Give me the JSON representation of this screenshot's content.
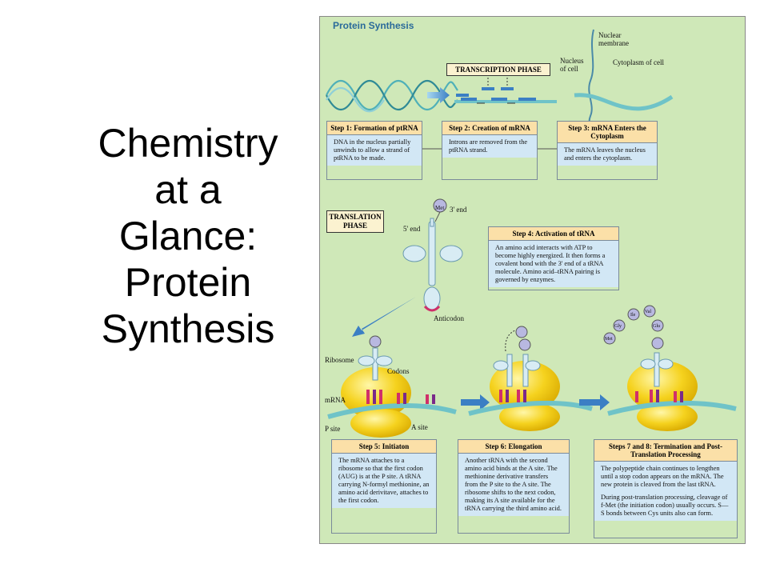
{
  "slide": {
    "title_lines": [
      "Chemistry",
      "at a",
      "Glance:",
      "Protein",
      "Synthesis"
    ]
  },
  "figure": {
    "title": "Protein Synthesis",
    "labels": {
      "nuclear_membrane": "Nuclear membrane",
      "nucleus_of_cell": "Nucleus of cell",
      "cytoplasm_of_cell": "Cytoplasm of cell",
      "met": "Met",
      "three_prime_end": "3' end",
      "five_prime_end": "5' end",
      "anticodon": "Anticodon",
      "ribosome": "Ribosome",
      "codons": "Codons",
      "mrna": "mRNA",
      "p_site": "P site",
      "a_site": "A site"
    },
    "phases": {
      "transcription": "TRANSCRIPTION PHASE",
      "translation": "TRANSLATION PHASE"
    },
    "amino_acids": [
      "Met",
      "Gly",
      "Ile",
      "Val",
      "Glu"
    ],
    "steps": [
      {
        "title": "Step 1: Formation of ptRNA",
        "body": [
          "DNA in the nucleus partially unwinds to allow a strand of ptRNA to be made."
        ]
      },
      {
        "title": "Step 2: Creation of mRNA",
        "body": [
          "Introns are removed from the ptRNA strand."
        ]
      },
      {
        "title": "Step 3: mRNA Enters the Cytoplasm",
        "body": [
          "The mRNA leaves the nucleus and enters the cytoplasm."
        ]
      },
      {
        "title": "Step 4: Activation of tRNA",
        "body": [
          "An amino acid interacts with ATP to become highly energized. It then forms a covalent bond with the 3' end of a tRNA molecule. Amino acid–tRNA pairing is governed by enzymes."
        ]
      },
      {
        "title": "Step 5: Initiaton",
        "body": [
          "The mRNA attaches to a ribosome so that the first codon (AUG) is at the P site. A tRNA carrying N-formyl methionine, an amino acid derivitave, attaches to the first codon."
        ]
      },
      {
        "title": "Step 6: Elongation",
        "body": [
          "Another tRNA with the second amino acid binds at the A site. The methionine derivative transfers from the P site to the A site. The ribosome shifts to the next codon, making its A site available for the tRNA carrying the third amino acid."
        ]
      },
      {
        "title": "Steps 7 and 8: Termination and Post-Translation Processing",
        "body": [
          "The polypeptide chain continues to lengthen until a stop codon appears on the mRNA. The new protein is cleaved from the last tRNA.",
          "During post-translation processing, cleavage of f-Met (the initiation codon) usually occurs. S—S bonds between Cys units also can form."
        ]
      }
    ],
    "colors": {
      "background": "#cfe8b8",
      "step_header": "#fbe0a8",
      "step_body": "#d2e7f5",
      "ribosome": "#f5d21e",
      "mrna": "#6fc3c8",
      "trna": "#d8ecf4"
    }
  }
}
